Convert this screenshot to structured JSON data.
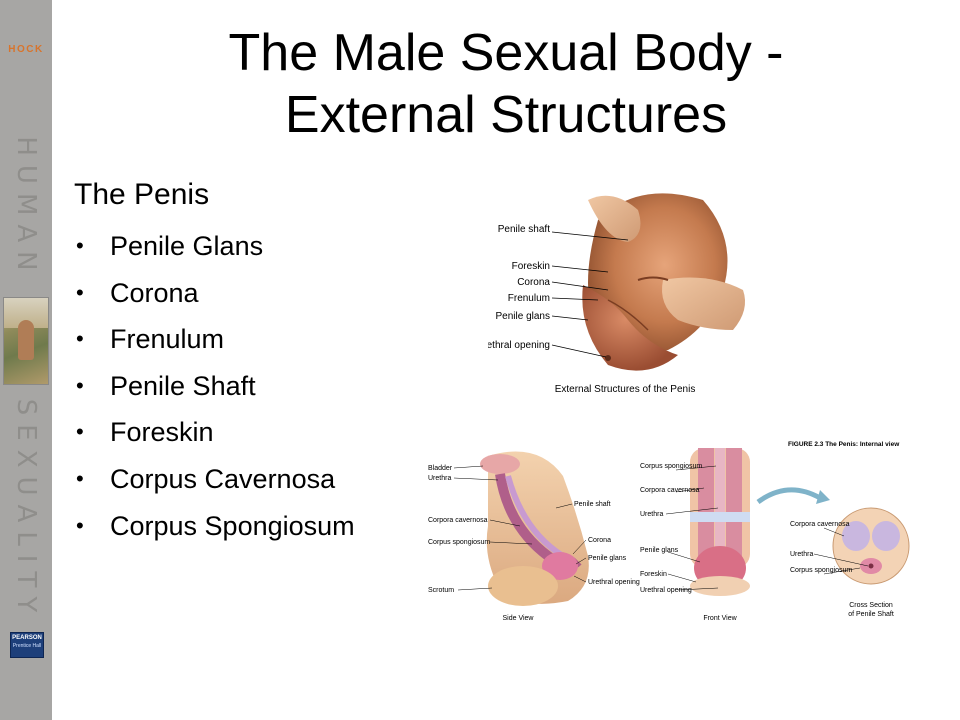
{
  "brand": {
    "publisher_short": "HOCK",
    "book_word_1": "HUMAN",
    "book_word_2": "SEXUALITY",
    "logo_line_1": "PEARSON",
    "logo_line_2": "Prentice Hall"
  },
  "slide": {
    "title_line_1": "The Male Sexual Body -",
    "title_line_2": "External Structures",
    "subheading": "The Penis",
    "bullets": [
      "Penile Glans",
      "Corona",
      "Frenulum",
      "Penile Shaft",
      "Foreskin",
      "Corpus Cavernosa",
      "Corpus Spongiosum"
    ]
  },
  "figure_external": {
    "caption": "External Structures of the Penis",
    "labels": [
      "Penile shaft",
      "Foreskin",
      "Corona",
      "Frenulum",
      "Penile glans",
      "Urethral opening"
    ]
  },
  "figure_internal": {
    "figure_title": "FIGURE 2.3  The Penis: Internal view",
    "side_view": {
      "caption": "Side View",
      "left_labels": [
        "Bladder",
        "Urethra",
        "Corpora cavernosa",
        "Corpus spongiosum",
        "Scrotum"
      ],
      "right_labels": [
        "Penile shaft",
        "Corona",
        "Penile glans",
        "Urethral opening"
      ]
    },
    "front_view": {
      "caption": "Front View",
      "labels": [
        "Corpus spongiosum",
        "Corpora cavernosa",
        "Urethra",
        "Penile glans",
        "Foreskin",
        "Urethral opening"
      ]
    },
    "cross_section": {
      "caption_1": "Cross Section",
      "caption_2": "of Penile Shaft",
      "labels": [
        "Corpora cavernosa",
        "Urethra",
        "Corpus spongiosum"
      ]
    }
  }
}
